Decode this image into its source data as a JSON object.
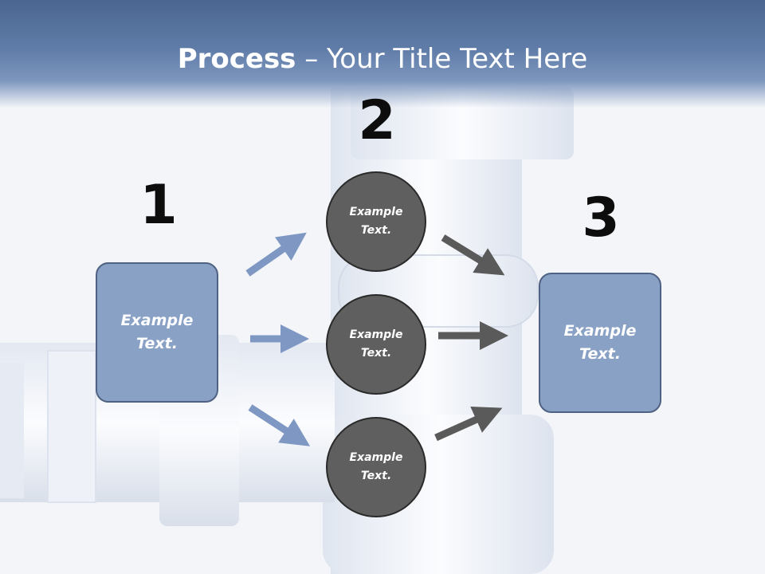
{
  "title": {
    "bold": "Process",
    "rest": " – Your Title Text Here"
  },
  "steps": {
    "one": {
      "number": "1",
      "text": "Example\nText."
    },
    "two": {
      "number": "2",
      "circles": [
        {
          "text": "Example\nText."
        },
        {
          "text": "Example\nText."
        },
        {
          "text": "Example\nText."
        }
      ]
    },
    "three": {
      "number": "3",
      "text": "Example\nText."
    }
  },
  "colors": {
    "title_bar": "#5f7ca8",
    "box_fill": "#8aa1c6",
    "box_border": "#4f6283",
    "circle_fill": "#5f5f5f",
    "arrow_blue": "#7f98c3",
    "arrow_gray": "#5a5a5a"
  }
}
